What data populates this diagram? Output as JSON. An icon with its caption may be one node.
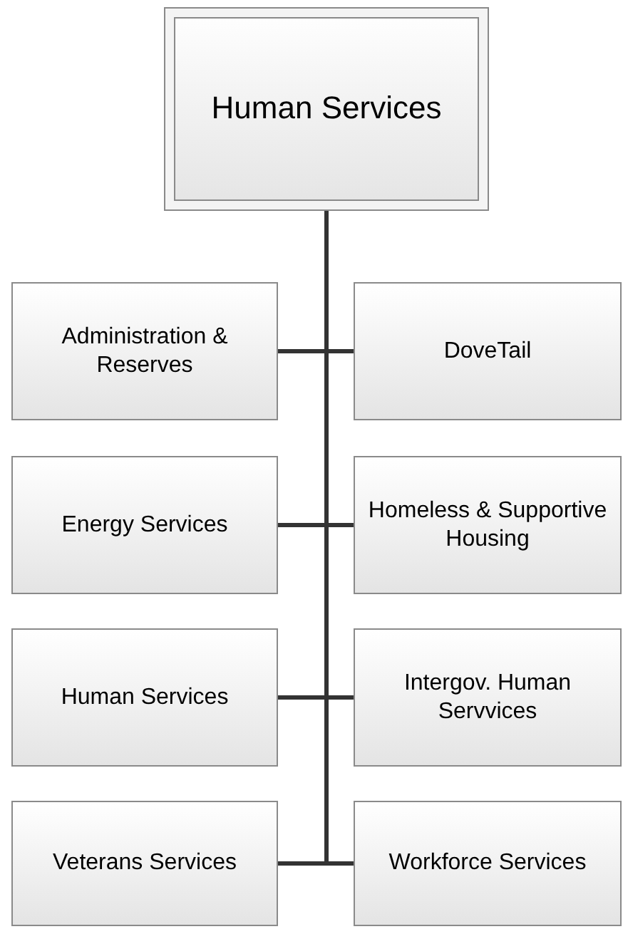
{
  "diagram": {
    "nodes": [
      {
        "text": [
          "Human Services"
        ]
      },
      {
        "text": [
          "Administration & Reserves"
        ]
      },
      {
        "text": [
          "DoveTail"
        ]
      },
      {
        "text": [
          "Energy Services"
        ]
      },
      {
        "text": [
          "Homeless & Supportive Housing"
        ]
      },
      {
        "text": [
          "Human Services"
        ]
      },
      {
        "text": [
          "Intergov. Human Servvices"
        ]
      },
      {
        "text": [
          "Veterans Services"
        ]
      },
      {
        "text": [
          "Workforce Services"
        ]
      }
    ],
    "edges": [
      {
        "from": 0,
        "to": 1,
        "arrow": "none"
      },
      {
        "from": 0,
        "to": 2,
        "arrow": "none"
      },
      {
        "from": 0,
        "to": 3,
        "arrow": "none"
      },
      {
        "from": 0,
        "to": 4,
        "arrow": "none"
      },
      {
        "from": 0,
        "to": 5,
        "arrow": "none"
      },
      {
        "from": 0,
        "to": 6,
        "arrow": "none"
      },
      {
        "from": 0,
        "to": 7,
        "arrow": "none"
      },
      {
        "from": 0,
        "to": 8,
        "arrow": "none"
      }
    ]
  }
}
